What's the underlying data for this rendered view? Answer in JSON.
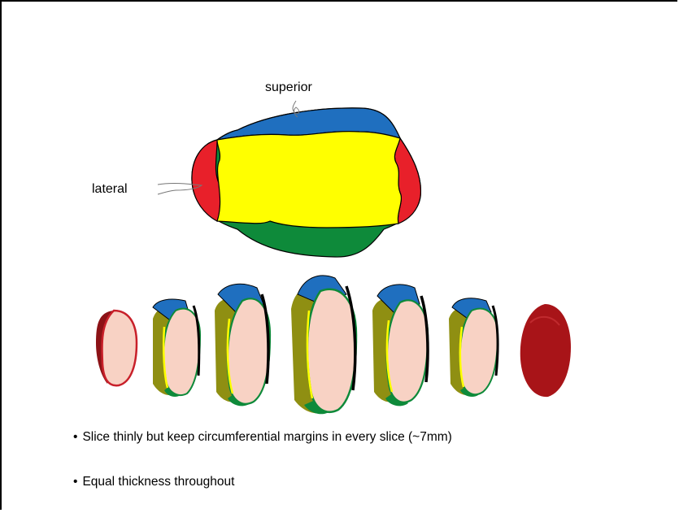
{
  "labels": {
    "superior": "superior",
    "lateral": "lateral"
  },
  "bullets": [
    "Slice thinly but keep circumferential margins in every slice (~7mm)",
    "Equal thickness throughout"
  ],
  "bullet_symbol": "•",
  "colors": {
    "superior_margin": "#1f6fbf",
    "lateral_margin": "#e8202a",
    "central": "#ffff00",
    "inferior_margin": "#0e8a3a",
    "slice_face": "#f8d2c4",
    "slice_side": "#8f8f12",
    "end_slice": "#a81418",
    "outline": "#000000"
  }
}
